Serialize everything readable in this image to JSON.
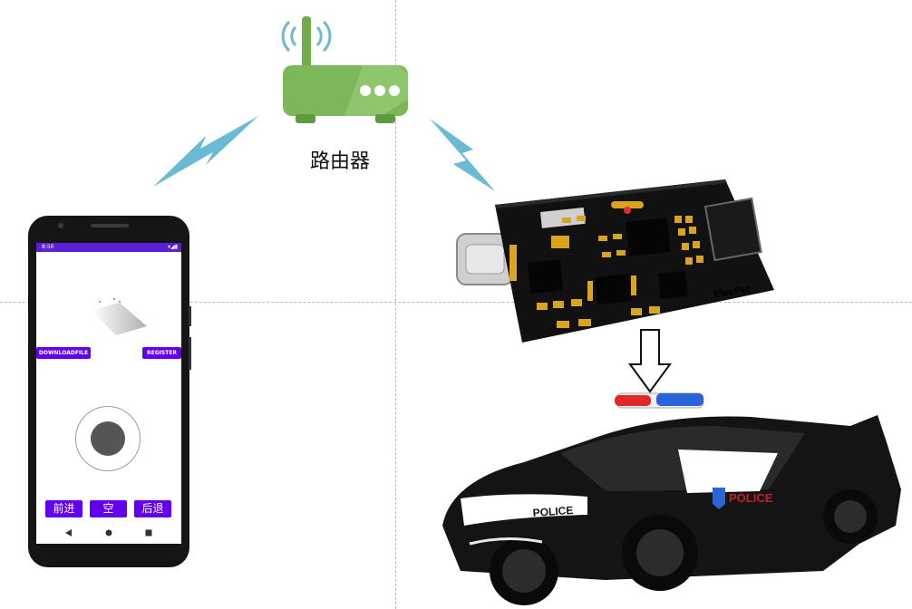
{
  "router": {
    "label": "路由器"
  },
  "phone": {
    "status_time": "8:50",
    "download_button": "DOWNLOADFILE",
    "register_button": "REGISTER",
    "small_text": "...",
    "forward_button": "前进",
    "empty_button": "空",
    "back_button": "后退"
  },
  "pcb": {
    "brand": "ElecPet"
  },
  "car": {
    "police_label": "POLICE"
  },
  "colors": {
    "router_green": "#7cb85a",
    "signal_blue": "#6bbad4",
    "app_purple": "#6200ee",
    "pcb_black": "#111111",
    "pad_gold": "#d9a520"
  },
  "icons": [
    "wifi-waves-icon",
    "lightning-signal-icon",
    "down-arrow-icon",
    "back-nav-icon",
    "home-nav-icon",
    "recent-nav-icon"
  ]
}
